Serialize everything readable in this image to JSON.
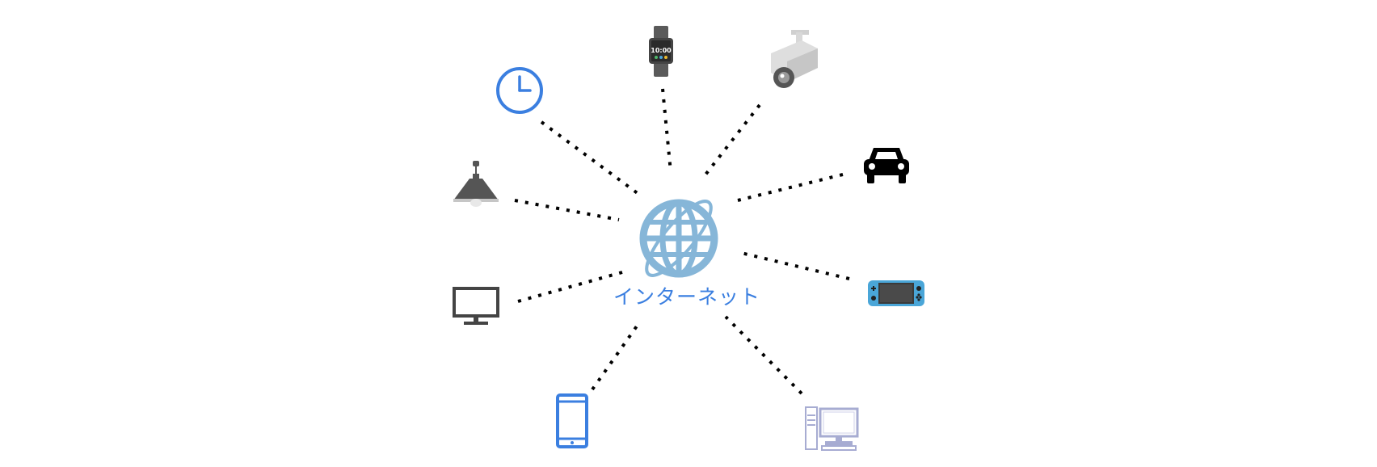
{
  "center": {
    "label": "インターネット",
    "icon": "globe-icon",
    "label_color": "#3b7fe0",
    "globe_color": "#86b6d8"
  },
  "devices": [
    {
      "name": "clock",
      "icon": "clock-icon"
    },
    {
      "name": "smartwatch",
      "icon": "smartwatch-icon",
      "screen_text": "10:00"
    },
    {
      "name": "security-camera",
      "icon": "security-camera-icon"
    },
    {
      "name": "pendant-lamp",
      "icon": "pendant-lamp-icon"
    },
    {
      "name": "car",
      "icon": "car-icon"
    },
    {
      "name": "tv-monitor",
      "icon": "monitor-icon"
    },
    {
      "name": "game-console",
      "icon": "game-console-icon"
    },
    {
      "name": "smartphone",
      "icon": "smartphone-icon"
    },
    {
      "name": "desktop-computer",
      "icon": "desktop-computer-icon"
    }
  ],
  "colors": {
    "accent_blue": "#3b7fe0",
    "connector": "#000000",
    "gray_dark": "#555555",
    "gray_light": "#d4d4d4",
    "console_blue": "#4aa6d8",
    "pc_lavender": "#a7acd2"
  }
}
